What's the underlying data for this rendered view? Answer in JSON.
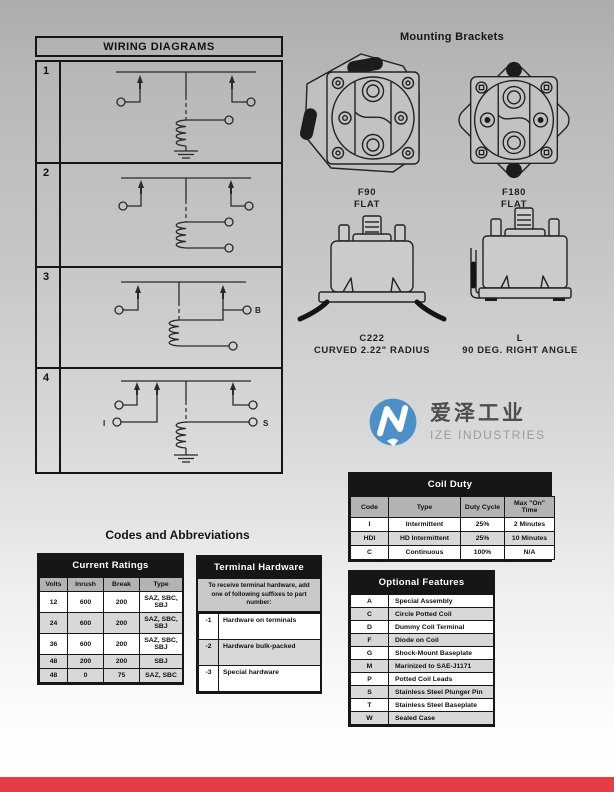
{
  "wiring": {
    "title": "WIRING DIAGRAMS",
    "rows": [
      {
        "number": "1"
      },
      {
        "number": "2"
      },
      {
        "number": "3",
        "label_b": "B"
      },
      {
        "number": "4",
        "label_i": "I",
        "label_s": "S"
      }
    ]
  },
  "mounting": {
    "title": "Mounting Brackets",
    "items": [
      {
        "code": "F90",
        "desc": "FLAT"
      },
      {
        "code": "F180",
        "desc": "FLAT"
      },
      {
        "code": "C222",
        "desc": "CURVED 2.22\" RADIUS"
      },
      {
        "code": "L",
        "desc": "90 DEG. RIGHT ANGLE"
      }
    ]
  },
  "watermark": {
    "cn": "爱泽工业",
    "en": "IZE INDUSTRIES"
  },
  "coil_duty": {
    "title": "Coil Duty",
    "columns": [
      "Code",
      "Type",
      "Duty Cycle",
      "Max \"On\" Time"
    ],
    "rows": [
      [
        "I",
        "Intermittent",
        "25%",
        "2 Minutes"
      ],
      [
        "HDI",
        "HD Intermittent",
        "25%",
        "10 Minutes"
      ],
      [
        "C",
        "Continuous",
        "100%",
        "N/A"
      ]
    ]
  },
  "current_ratings": {
    "title": "Current Ratings",
    "columns": [
      "Volts",
      "Inrush",
      "Break",
      "Type"
    ],
    "rows": [
      [
        "12",
        "600",
        "200",
        "SAZ, SBC, SBJ"
      ],
      [
        "24",
        "600",
        "200",
        "SAZ, SBC, SBJ"
      ],
      [
        "36",
        "600",
        "200",
        "SAZ, SBC, SBJ"
      ],
      [
        "48",
        "200",
        "200",
        "SBJ"
      ],
      [
        "48",
        "0",
        "75",
        "SAZ, SBC"
      ]
    ]
  },
  "terminal_hardware": {
    "title": "Terminal Hardware",
    "note": "To receive terminal hardware, add one of following suffixes to part number:",
    "rows": [
      [
        "-1",
        "Hardware on terminals"
      ],
      [
        "-2",
        "Hardware bulk-packed"
      ],
      [
        "-3",
        "Special hardware"
      ]
    ]
  },
  "optional_features": {
    "title": "Optional Features",
    "rows": [
      [
        "A",
        "Special Assembly"
      ],
      [
        "C",
        "Circle Potted Coil"
      ],
      [
        "D",
        "Dummy Coil Terminal"
      ],
      [
        "F",
        "Diode on Coil"
      ],
      [
        "G",
        "Shock-Mount Baseplate"
      ],
      [
        "M",
        "Marinized to SAE-J1171"
      ],
      [
        "P",
        "Potted Coil Leads"
      ],
      [
        "S",
        "Stainless Steel Plunger Pin"
      ],
      [
        "T",
        "Stainless Steel Baseplate"
      ],
      [
        "W",
        "Sealed Case"
      ]
    ]
  },
  "colors": {
    "footer_red": "#e63c46",
    "logo_blue": "#4b90c8",
    "header_black": "#161616"
  }
}
